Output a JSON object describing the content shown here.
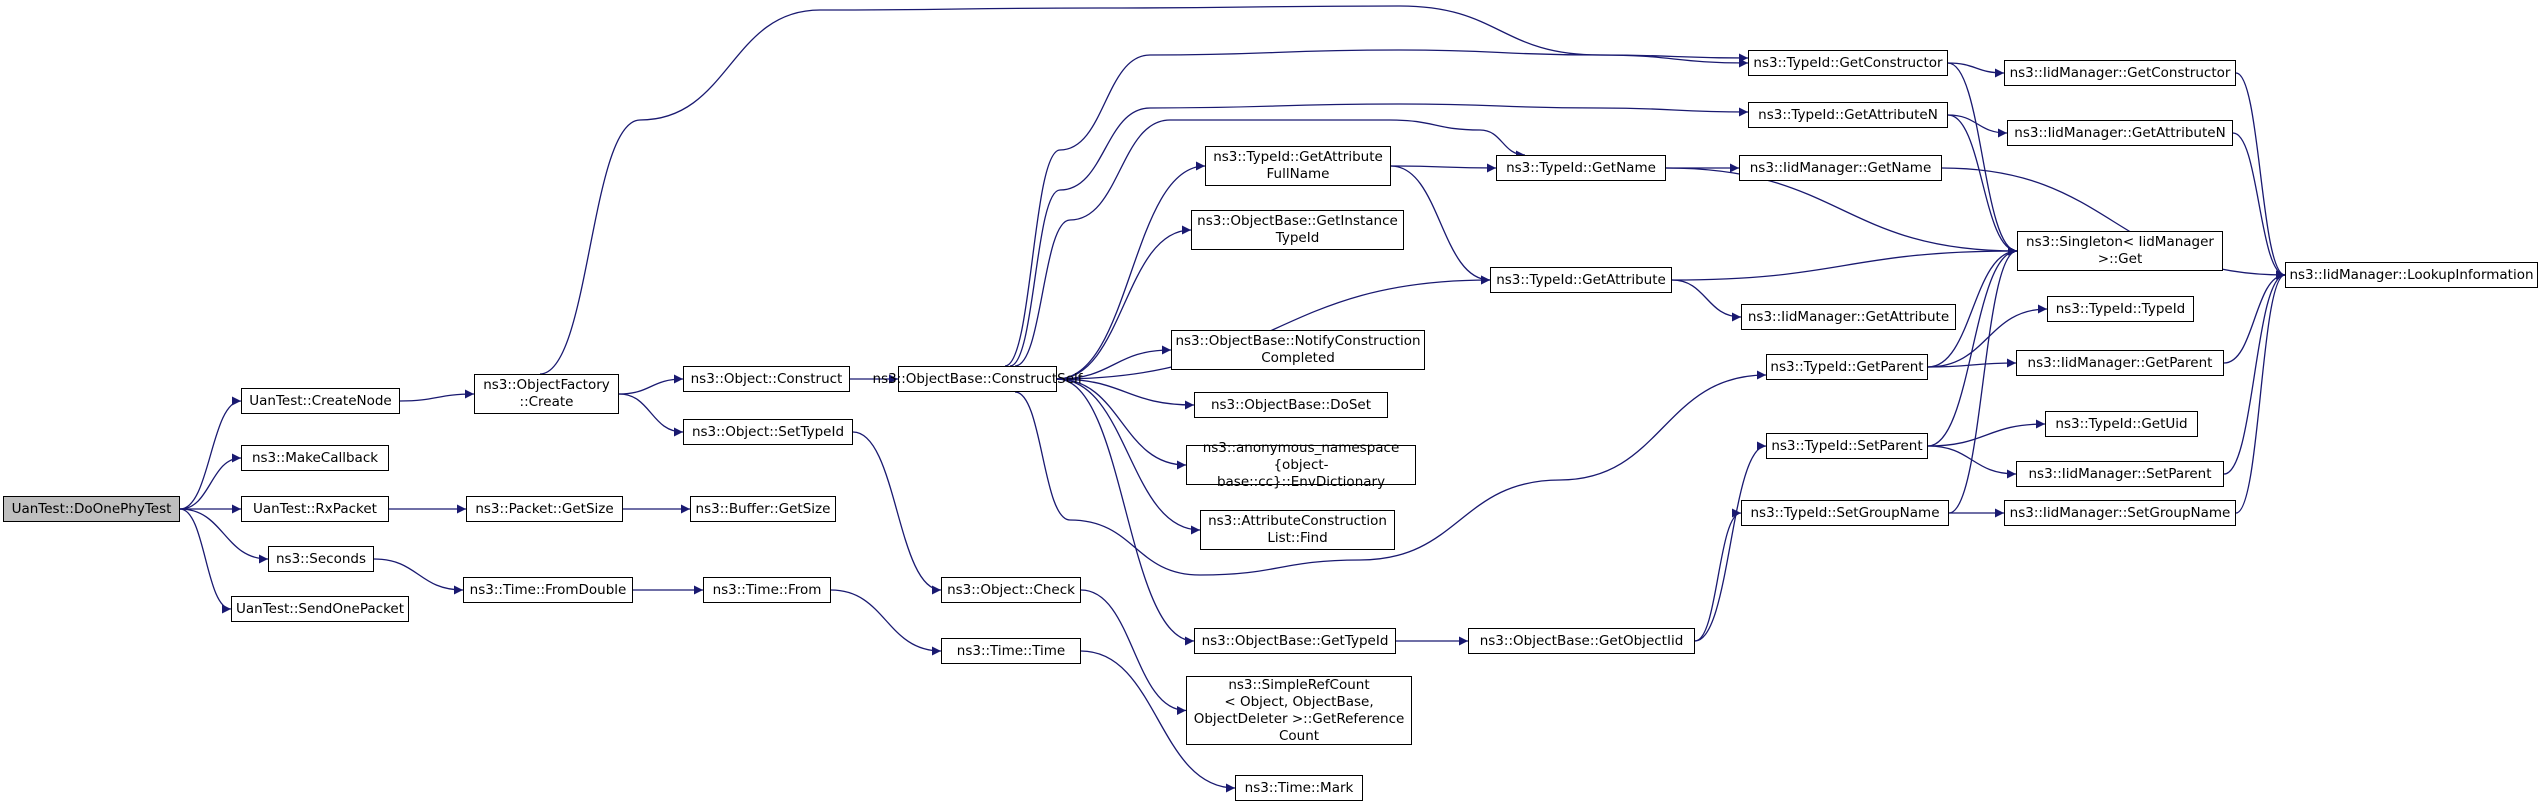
{
  "colors": {
    "edge": "#191970",
    "border": "#000000",
    "root_fill": "#bfbfbf",
    "fill": "#ffffff"
  },
  "nodes": [
    {
      "id": "n0",
      "label": "UanTest::DoOnePhyTest",
      "root": true
    },
    {
      "id": "n1",
      "label": "UanTest::CreateNode"
    },
    {
      "id": "n2",
      "label": "ns3::MakeCallback"
    },
    {
      "id": "n3",
      "label": "UanTest::RxPacket"
    },
    {
      "id": "n4",
      "label": "ns3::Seconds"
    },
    {
      "id": "n5",
      "label": "UanTest::SendOnePacket"
    },
    {
      "id": "n6",
      "label": "ns3::ObjectFactory\n::Create"
    },
    {
      "id": "n7",
      "label": "ns3::Packet::GetSize"
    },
    {
      "id": "n8",
      "label": "ns3::Time::FromDouble"
    },
    {
      "id": "n9",
      "label": "ns3::Object::Construct"
    },
    {
      "id": "n10",
      "label": "ns3::Object::SetTypeId"
    },
    {
      "id": "n11",
      "label": "ns3::Buffer::GetSize"
    },
    {
      "id": "n12",
      "label": "ns3::Time::From"
    },
    {
      "id": "n13",
      "label": "ns3::ObjectBase::ConstructSelf"
    },
    {
      "id": "n14",
      "label": "ns3::Object::Check"
    },
    {
      "id": "n15",
      "label": "ns3::Time::Time"
    },
    {
      "id": "n16",
      "label": "ns3::TypeId::GetAttribute\nFullName"
    },
    {
      "id": "n17",
      "label": "ns3::ObjectBase::GetInstance\nTypeId"
    },
    {
      "id": "n18",
      "label": "ns3::ObjectBase::NotifyConstruction\nCompleted"
    },
    {
      "id": "n19",
      "label": "ns3::ObjectBase::DoSet"
    },
    {
      "id": "n20",
      "label": "ns3::anonymous_namespace\n{object-base::cc}::EnvDictionary"
    },
    {
      "id": "n21",
      "label": "ns3::AttributeConstruction\nList::Find"
    },
    {
      "id": "n22",
      "label": "ns3::ObjectBase::GetTypeId"
    },
    {
      "id": "n23",
      "label": "ns3::SimpleRefCount\n< Object, ObjectBase,\n ObjectDeleter >::GetReference\nCount"
    },
    {
      "id": "n24",
      "label": "ns3::Time::Mark"
    },
    {
      "id": "n25",
      "label": "ns3::TypeId::GetName"
    },
    {
      "id": "n26",
      "label": "ns3::TypeId::GetAttribute"
    },
    {
      "id": "n27",
      "label": "ns3::ObjectBase::GetObjectIid"
    },
    {
      "id": "n28",
      "label": "ns3::TypeId::GetConstructor"
    },
    {
      "id": "n29",
      "label": "ns3::TypeId::GetAttributeN"
    },
    {
      "id": "n30",
      "label": "ns3::IidManager::GetName"
    },
    {
      "id": "n31",
      "label": "ns3::IidManager::GetAttribute"
    },
    {
      "id": "n32",
      "label": "ns3::TypeId::GetParent"
    },
    {
      "id": "n33",
      "label": "ns3::TypeId::SetParent"
    },
    {
      "id": "n34",
      "label": "ns3::TypeId::SetGroupName"
    },
    {
      "id": "n35",
      "label": "ns3::IidManager::GetConstructor"
    },
    {
      "id": "n36",
      "label": "ns3::IidManager::GetAttributeN"
    },
    {
      "id": "n37",
      "label": "ns3::Singleton< IidManager\n >::Get"
    },
    {
      "id": "n38",
      "label": "ns3::TypeId::TypeId"
    },
    {
      "id": "n39",
      "label": "ns3::IidManager::GetParent"
    },
    {
      "id": "n40",
      "label": "ns3::TypeId::GetUid"
    },
    {
      "id": "n41",
      "label": "ns3::IidManager::SetParent"
    },
    {
      "id": "n42",
      "label": "ns3::IidManager::SetGroupName"
    },
    {
      "id": "n43",
      "label": "ns3::IidManager::LookupInformation"
    }
  ],
  "edges": [
    [
      "n0",
      "n1"
    ],
    [
      "n0",
      "n2"
    ],
    [
      "n0",
      "n3"
    ],
    [
      "n0",
      "n4"
    ],
    [
      "n0",
      "n5"
    ],
    [
      "n1",
      "n6"
    ],
    [
      "n3",
      "n7"
    ],
    [
      "n4",
      "n8"
    ],
    [
      "n6",
      "n28"
    ],
    [
      "n6",
      "n9"
    ],
    [
      "n6",
      "n10"
    ],
    [
      "n7",
      "n11"
    ],
    [
      "n8",
      "n12"
    ],
    [
      "n9",
      "n13"
    ],
    [
      "n10",
      "n14"
    ],
    [
      "n12",
      "n15"
    ],
    [
      "n15",
      "n24"
    ],
    [
      "n14",
      "n23"
    ],
    [
      "n13",
      "n28"
    ],
    [
      "n13",
      "n29"
    ],
    [
      "n13",
      "n25"
    ],
    [
      "n13",
      "n16"
    ],
    [
      "n13",
      "n17"
    ],
    [
      "n13",
      "n26"
    ],
    [
      "n13",
      "n18"
    ],
    [
      "n13",
      "n19"
    ],
    [
      "n13",
      "n20"
    ],
    [
      "n13",
      "n21"
    ],
    [
      "n13",
      "n22"
    ],
    [
      "n13",
      "n32"
    ],
    [
      "n16",
      "n25"
    ],
    [
      "n16",
      "n26"
    ],
    [
      "n22",
      "n27"
    ],
    [
      "n27",
      "n33"
    ],
    [
      "n27",
      "n34"
    ],
    [
      "n25",
      "n30"
    ],
    [
      "n25",
      "n37"
    ],
    [
      "n26",
      "n37"
    ],
    [
      "n26",
      "n31"
    ],
    [
      "n28",
      "n35"
    ],
    [
      "n28",
      "n37"
    ],
    [
      "n29",
      "n36"
    ],
    [
      "n29",
      "n37"
    ],
    [
      "n32",
      "n38"
    ],
    [
      "n32",
      "n39"
    ],
    [
      "n32",
      "n37"
    ],
    [
      "n33",
      "n40"
    ],
    [
      "n33",
      "n41"
    ],
    [
      "n33",
      "n37"
    ],
    [
      "n34",
      "n42"
    ],
    [
      "n34",
      "n37"
    ],
    [
      "n30",
      "n43"
    ],
    [
      "n35",
      "n43"
    ],
    [
      "n36",
      "n43"
    ],
    [
      "n39",
      "n43"
    ],
    [
      "n41",
      "n43"
    ],
    [
      "n42",
      "n43"
    ]
  ]
}
